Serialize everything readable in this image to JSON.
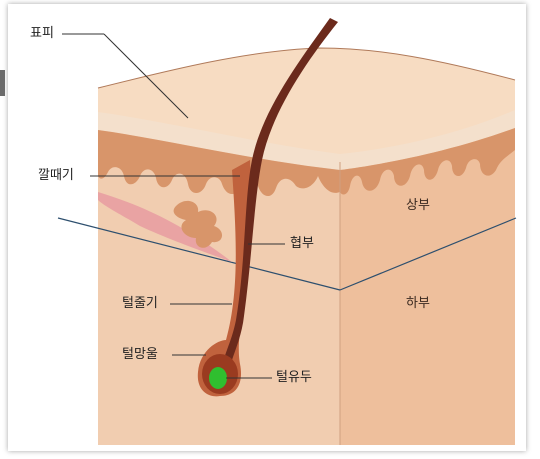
{
  "labels": {
    "epidermis": "표피",
    "infundibulum": "깔때기",
    "isthmus": "협부",
    "upper": "상부",
    "lower": "하부",
    "hair_shaft": "털줄기",
    "hair_bulb": "털망울",
    "papilla": "털유두"
  },
  "colors": {
    "skin_top": "#f7dcc2",
    "skin_left": "#f1cdb0",
    "skin_right": "#eebf9c",
    "epidermis_band": "#f4e0cc",
    "dermis_layer": "#d8956a",
    "hair": "#6b2a1c",
    "gland": "#e9a3a3",
    "papilla": "#2fbf2f",
    "border": "#7a3b25"
  }
}
